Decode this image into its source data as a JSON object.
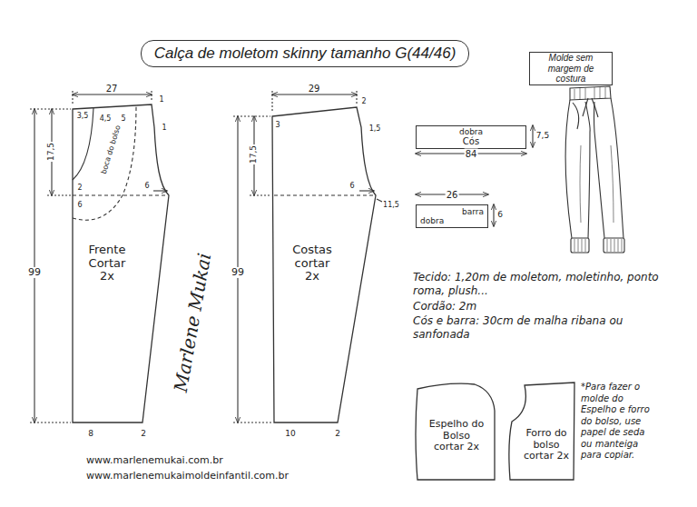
{
  "diagram": {
    "title": "Calça de moletom skinny tamanho G(44/46)",
    "nodes": [
      {
        "text": [
          "Molde sem margem de costura"
        ]
      },
      {
        "text": [
          "Frente",
          "Cortar 2x"
        ]
      },
      {
        "text": [
          "Costas",
          "cortar 2x"
        ]
      },
      {
        "text": [
          "dobra",
          "Cós"
        ]
      },
      {
        "text": [
          "barra",
          "dobra"
        ]
      },
      {
        "text": [
          "Espelho do Bolso cortar 2x"
        ]
      },
      {
        "text": [
          "Forro do bolso cortar 2x"
        ]
      }
    ],
    "labels": [
      "27",
      "3,5",
      "4,5",
      "5",
      "1",
      "1",
      "17,5",
      "2",
      "6",
      "6",
      "boca do bolso",
      "99",
      "8",
      "2",
      "Marlene Mukai",
      "29",
      "3",
      "2",
      "1,5",
      "17,5",
      "6",
      "11,5",
      "99",
      "10",
      "2",
      "84",
      "7,5",
      "26",
      "6",
      "Tecido: 1,20m de moletom, moletinho, ponto roma, plush...",
      "Cordão: 2m",
      "Cós e barra: 30cm de malha ribana ou sanfonada",
      "*Para fazer o molde do Espelho e forro do bolso, use papel de seda ou manteiga para copiar.",
      "www.marlenemukai.com.br",
      "www.marlenemukaimoldeinfantil.com.br"
    ]
  }
}
